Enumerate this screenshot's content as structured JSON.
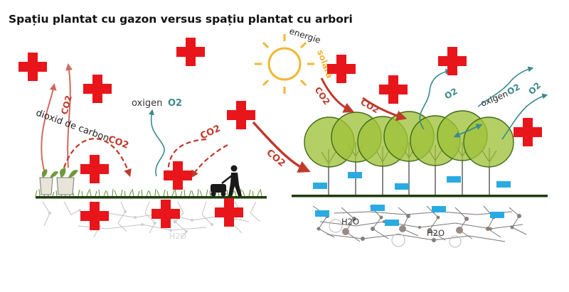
{
  "title": "Spațiu plantat cu gazon versus spațiu plantat cu arbori",
  "labels": {
    "co2": "CO2",
    "o2": "O2",
    "oxigen": "oxigen",
    "dioxid": "dioxid de carbon",
    "energie": "energie",
    "solara": "solară",
    "h2o": "H2O"
  },
  "colors": {
    "cross": "#e8151b",
    "co2_arrow": "#c0392b",
    "o2_arrow": "#3a8a8f",
    "sun": "#f2b632",
    "tree_fill": "#9fc23a",
    "tree_stroke": "#3f6b16",
    "ground": "#1e3d0c",
    "marker": "#29abe2",
    "roots": "#9a9a9a"
  }
}
